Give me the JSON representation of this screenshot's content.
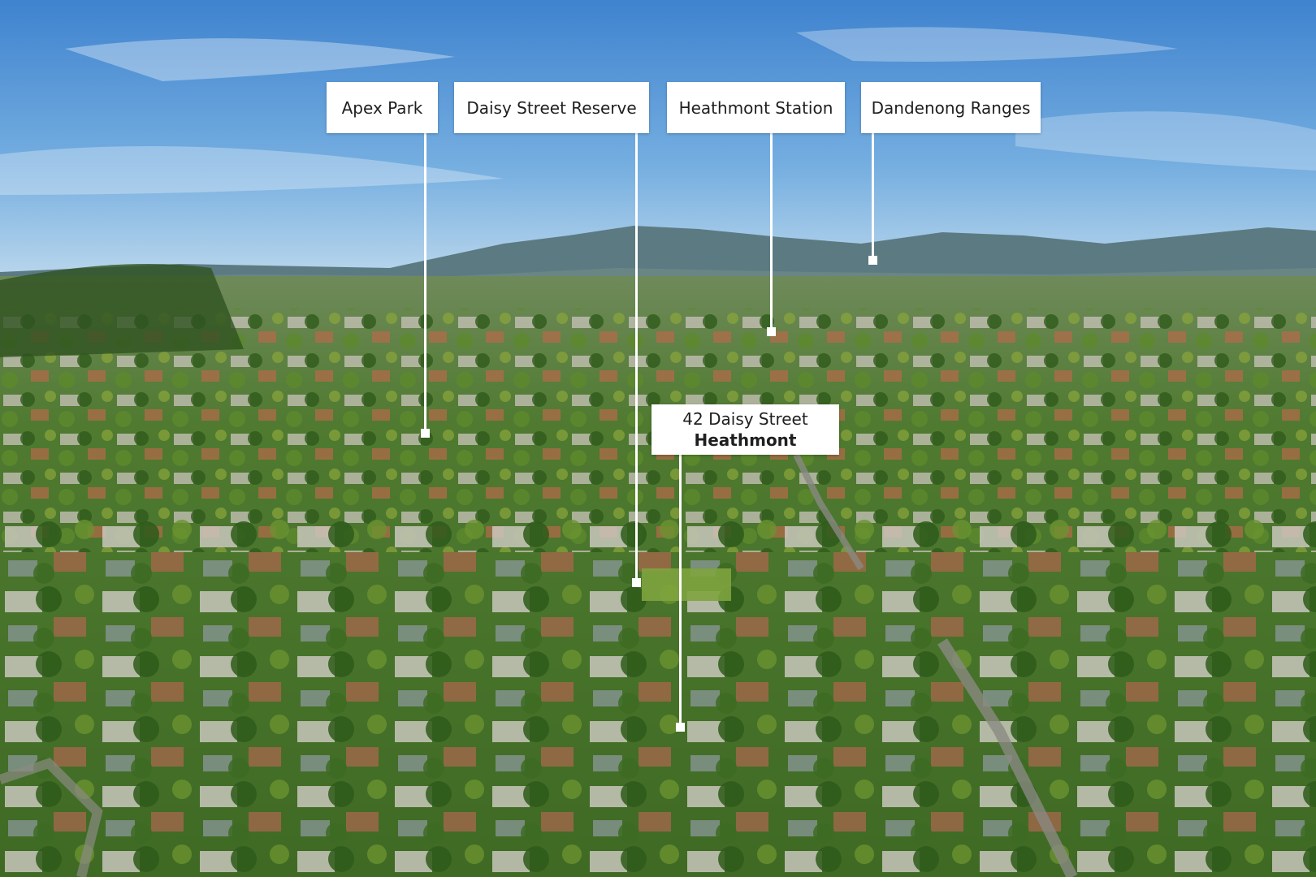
{
  "labels": {
    "apex_park": "Apex Park",
    "daisy_street_reserve": "Daisy Street Reserve",
    "heathmont_station": "Heathmont Station",
    "dandenong_ranges": "Dandenong Ranges",
    "property_address": "42 Daisy Street",
    "property_suburb": "Heathmont"
  },
  "colors": {
    "callout_bg": "#ffffff",
    "callout_text": "#1f1f1f",
    "leader_line": "#ffffff"
  }
}
